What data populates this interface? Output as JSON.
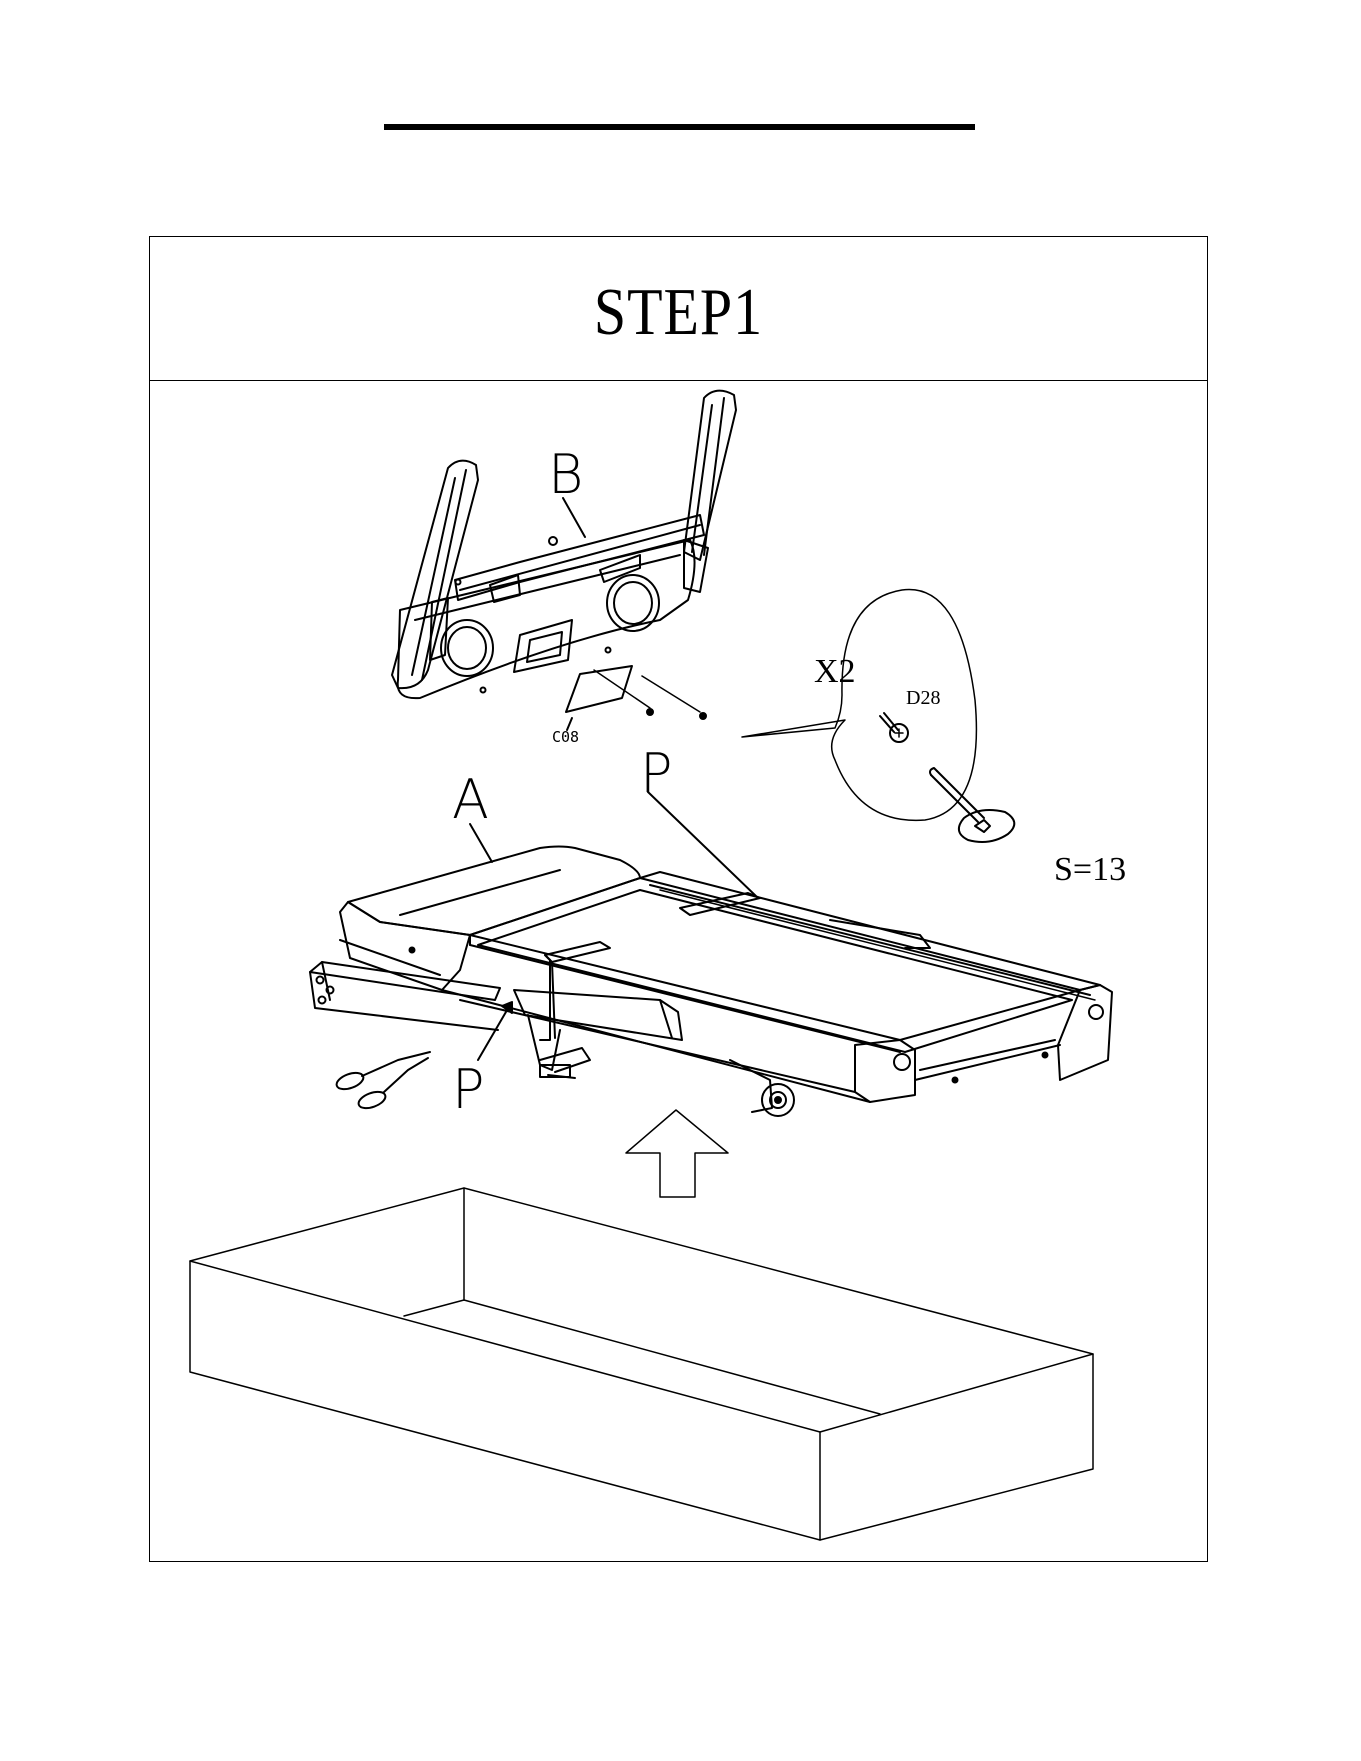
{
  "page": {
    "step_title": "STEP1"
  },
  "labels": {
    "frame_part": "B",
    "base_part": "A",
    "packing_strap_upper": "P",
    "packing_strap_lower": "P",
    "cover_part": "C08",
    "quantity": "X2",
    "screw_part": "D28",
    "wrench_size": "S=13"
  },
  "icons": {
    "scissors": "scissors-icon",
    "up_arrow": "up-arrow-icon",
    "screw": "screw-icon",
    "wrench": "wrench-icon"
  }
}
